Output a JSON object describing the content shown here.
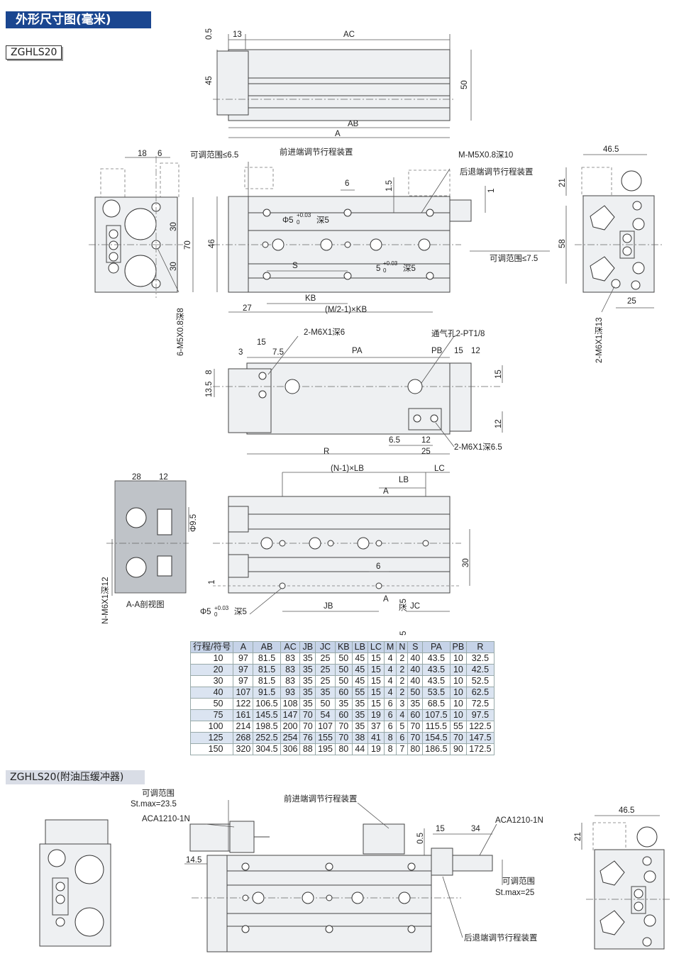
{
  "header": {
    "title": "外形尺寸图(毫米)"
  },
  "model": "ZGHLS20",
  "section2": {
    "title": "ZGHLS20(附油压缓冲器)"
  },
  "labels": {
    "top_view": {
      "d_0_5": "0.5",
      "d_13": "13",
      "d_ac": "AC",
      "d_45": "45",
      "d_50": "50",
      "d_ab": "AB",
      "d_a": "A"
    },
    "front": {
      "adj_front": "可调范围≤6.5",
      "front_dev": "前进端调节行程装置",
      "m_thread": "M-M5X0.8深10",
      "rear_dev": "后退端调节行程装置",
      "d_6": "6",
      "d_1_5": "1.5",
      "d_1": "1",
      "phi5": "Φ5",
      "tol_up": "+0.03",
      "tol_dn": "0",
      "deep5": "深5",
      "d_46": "46",
      "d_s": "S",
      "five": "5",
      "adj_rear": "可调范围≤7.5",
      "d_kb": "KB",
      "d_27": "27",
      "d_mkb": "(M/2-1)×KB"
    },
    "left_end": {
      "d_18": "18",
      "d_6": "6",
      "d_30a": "30",
      "d_30b": "30",
      "d_70": "70",
      "thread": "6-M5X0.8深8"
    },
    "right_end": {
      "d_46_5": "46.5",
      "d_21": "21",
      "d_58": "58",
      "d_25": "25",
      "thread": "2-M6X1深13"
    },
    "bottom": {
      "m6_top": "2-M6X1深6",
      "vent": "通气孔2-PT1/8",
      "d_3": "3",
      "d_15": "15",
      "d_7_5": "7.5",
      "d_pa": "PA",
      "d_pb": "PB",
      "d_15b": "15",
      "d_12": "12",
      "d_13_5": "13.5",
      "d_8": "8",
      "d_15c": "15",
      "d_12b": "12",
      "d_6_5": "6.5",
      "d_12c": "12",
      "d_25": "25",
      "m6_bot": "2-M6X1深6.5",
      "d_r": "R"
    },
    "section_aa": {
      "d_28": "28",
      "d_12": "12",
      "phi9_5": "Φ9.5",
      "thread": "N-M6X1深12",
      "caption": "A-A剖视图"
    },
    "lower": {
      "d_nlb": "(N-1)×LB",
      "d_lc": "LC",
      "d_lb": "LB",
      "d_a": "A",
      "d_6": "6",
      "d_30": "30",
      "d_1": "1",
      "d_jb": "JB",
      "d_a2": "A",
      "d_jc": "JC",
      "phi5": "Φ5",
      "tol_up": "+0.03",
      "tol_dn": "0",
      "deep5": "深5",
      "five_v": "5",
      "deep5_v": "深5"
    },
    "shock": {
      "adj_title": "可调范围",
      "stmax1": "St.max=23.5",
      "front_dev": "前进端调节行程装置",
      "aca1": "ACA1210-1N",
      "d_0_5": "0.5",
      "d_15": "15",
      "d_34": "34",
      "aca2": "ACA1210-1N",
      "d_14_5": "14.5",
      "adj_title2": "可调范围",
      "stmax2": "St.max=25",
      "rear_dev": "后退端调节行程装置",
      "d_46_5": "46.5",
      "d_21": "21"
    }
  },
  "table": {
    "headers": [
      "行程/符号",
      "A",
      "AB",
      "AC",
      "JB",
      "JC",
      "KB",
      "LB",
      "LC",
      "M",
      "N",
      "S",
      "PA",
      "PB",
      "R"
    ],
    "rows": [
      [
        "10",
        "97",
        "81.5",
        "83",
        "35",
        "25",
        "50",
        "45",
        "15",
        "4",
        "2",
        "40",
        "43.5",
        "10",
        "32.5"
      ],
      [
        "20",
        "97",
        "81.5",
        "83",
        "35",
        "25",
        "50",
        "45",
        "15",
        "4",
        "2",
        "40",
        "43.5",
        "10",
        "42.5"
      ],
      [
        "30",
        "97",
        "81.5",
        "83",
        "35",
        "25",
        "50",
        "45",
        "15",
        "4",
        "2",
        "40",
        "43.5",
        "10",
        "52.5"
      ],
      [
        "40",
        "107",
        "91.5",
        "93",
        "35",
        "35",
        "60",
        "55",
        "15",
        "4",
        "2",
        "50",
        "53.5",
        "10",
        "62.5"
      ],
      [
        "50",
        "122",
        "106.5",
        "108",
        "35",
        "50",
        "35",
        "35",
        "15",
        "6",
        "3",
        "35",
        "68.5",
        "10",
        "72.5"
      ],
      [
        "75",
        "161",
        "145.5",
        "147",
        "70",
        "54",
        "60",
        "35",
        "19",
        "6",
        "4",
        "60",
        "107.5",
        "10",
        "97.5"
      ],
      [
        "100",
        "214",
        "198.5",
        "200",
        "70",
        "107",
        "70",
        "35",
        "37",
        "6",
        "5",
        "70",
        "115.5",
        "55",
        "122.5"
      ],
      [
        "125",
        "268",
        "252.5",
        "254",
        "76",
        "155",
        "70",
        "38",
        "41",
        "8",
        "6",
        "70",
        "154.5",
        "70",
        "147.5"
      ],
      [
        "150",
        "320",
        "304.5",
        "306",
        "88",
        "195",
        "80",
        "44",
        "19",
        "8",
        "7",
        "80",
        "186.5",
        "90",
        "172.5"
      ]
    ]
  }
}
